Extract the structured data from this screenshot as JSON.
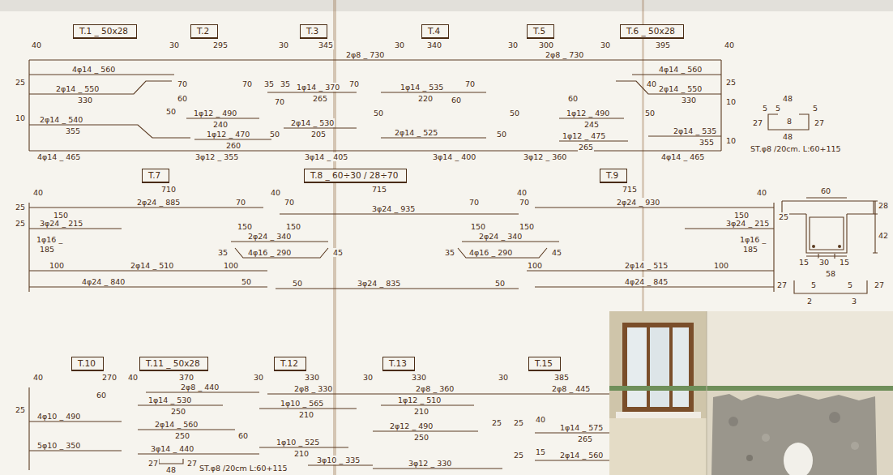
{
  "diagram": {
    "nodes": [
      {
        "text": [
          "T.1 _ 50x28"
        ]
      },
      {
        "text": [
          "T.2"
        ]
      },
      {
        "text": [
          "T.3"
        ]
      },
      {
        "text": [
          "T.4"
        ]
      },
      {
        "text": [
          "T.5"
        ]
      },
      {
        "text": [
          "T.6 _ 50x28"
        ]
      },
      {
        "text": [
          "T.7"
        ]
      },
      {
        "text": [
          "T.8 _ 60÷30 / 28÷70"
        ]
      },
      {
        "text": [
          "T.9"
        ]
      },
      {
        "text": [
          "T.10"
        ]
      },
      {
        "text": [
          "T.11 _ 50x28"
        ]
      },
      {
        "text": [
          "T.12"
        ]
      },
      {
        "text": [
          "T.13"
        ]
      },
      {
        "text": [
          "T.15"
        ]
      }
    ],
    "labels": [
      "40",
      "30",
      "295",
      "30",
      "345",
      "30",
      "340",
      "30",
      "300",
      "30",
      "395",
      "40",
      "2φ8 _ 730",
      "2φ8 _ 730",
      "4φ14 _ 560",
      "4φ14 _ 560",
      "25",
      "70",
      "70",
      "35",
      "35",
      "1φ14 _ 370",
      "265",
      "70",
      "1φ14 _ 535",
      "220",
      "70",
      "60",
      "60",
      "2φ14 _ 550",
      "330",
      "60",
      "2φ14 _ 550",
      "330",
      "40",
      "25",
      "10",
      "50",
      "1φ12 _ 490",
      "240",
      "70",
      "50",
      "50",
      "1φ12 _ 490",
      "245",
      "50",
      "10",
      "2φ14 _ 540",
      "355",
      "2φ14 _ 530",
      "205",
      "50",
      "2φ14 _ 525",
      "50",
      "1φ12 _ 470",
      "260",
      "1φ12 _ 475",
      "265",
      "2φ14 _ 535",
      "355",
      "10",
      "4φ14 _ 465",
      "3φ12 _ 355",
      "3φ14 _ 405",
      "3φ14 _ 400",
      "3φ12 _ 360",
      "4φ14 _ 465",
      "48",
      "5",
      "5",
      "5",
      "27",
      "8",
      "27",
      "48",
      "ST.φ8 /20cm. L:60+115",
      "40",
      "710",
      "40",
      "715",
      "40",
      "715",
      "40",
      "2φ24 _ 885",
      "25",
      "25",
      "150",
      "3φ24 _ 215",
      "70",
      "70",
      "3φ24 _ 935",
      "70",
      "70",
      "2φ24 _ 930",
      "150",
      "3φ24 _ 215",
      "25",
      "150",
      "150",
      "2φ24 _ 340",
      "150",
      "150",
      "2φ24 _ 340",
      "1φ16 _",
      "185",
      "1φ16 _",
      "185",
      "35",
      "4φ16 _ 290",
      "45",
      "35",
      "4φ16 _ 290",
      "45",
      "100",
      "2φ14 _ 510",
      "100",
      "100",
      "2φ14 _ 515",
      "100",
      "4φ24 _ 840",
      "50",
      "50",
      "3φ24 _ 835",
      "50",
      "4φ24 _ 845",
      "60",
      "28",
      "42",
      "15",
      "30",
      "15",
      "58",
      "27",
      "5",
      "5",
      "27",
      "2",
      "3",
      "40",
      "270",
      "40",
      "370",
      "30",
      "330",
      "30",
      "330",
      "30",
      "385",
      "2φ8 _ 440",
      "2φ8 _ 330",
      "2φ8 _ 360",
      "2φ8 _ 445",
      "60",
      "1φ14 _ 530",
      "250",
      "1φ10 _ 565",
      "210",
      "1φ12 _ 510",
      "210",
      "25",
      "4φ10 _ 490",
      "2φ14 _ 560",
      "250",
      "60",
      "2φ12 _ 490",
      "250",
      "25",
      "25",
      "40",
      "1φ14 _ 575",
      "265",
      "5φ10 _ 350",
      "1φ10 _ 525",
      "210",
      "3φ14 _ 440",
      "25",
      "15",
      "2φ14 _ 560",
      "3φ10 _ 335",
      "3φ12 _ 330",
      "27",
      "27",
      "48",
      "ST.φ8 /20cm L:60+115"
    ]
  }
}
